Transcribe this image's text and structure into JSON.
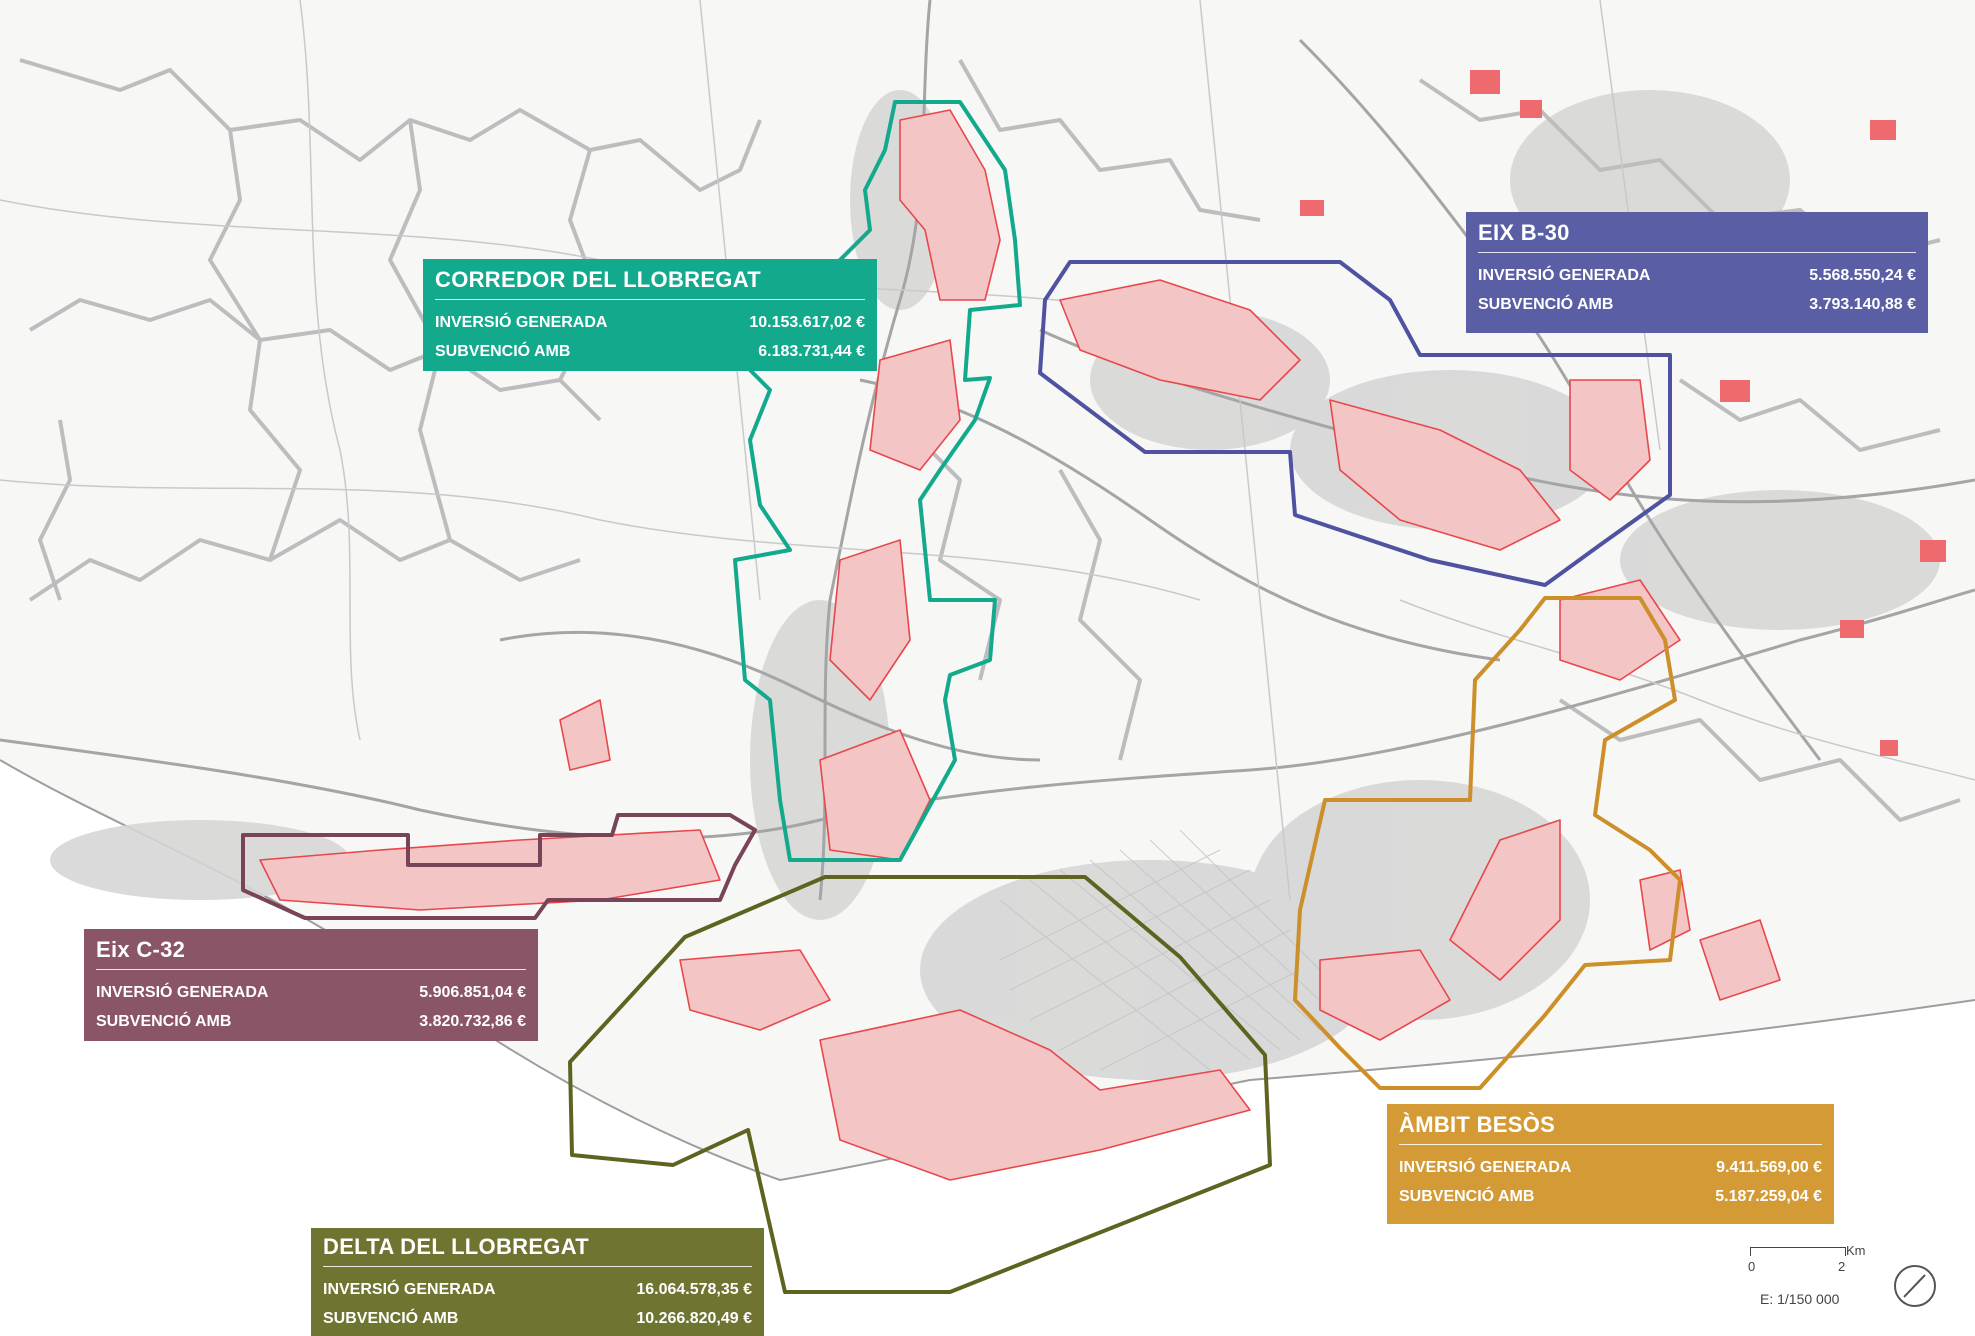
{
  "map": {
    "areas": [
      {
        "id": "corredor",
        "title": "CORREDOR DEL LLOBREGAT",
        "inversio_label": "INVERSIÓ GENERADA",
        "inversio": "10.153.617,02 €",
        "subvencio_label": "SUBVENCIÓ AMB",
        "subvencio": "6.183.731,44 €",
        "color": "#13a98c",
        "outline": "#13a98c"
      },
      {
        "id": "b30",
        "title": "EIX B-30",
        "inversio_label": "INVERSIÓ GENERADA",
        "inversio": "5.568.550,24 €",
        "subvencio_label": "SUBVENCIÓ AMB",
        "subvencio": "3.793.140,88 €",
        "color": "#5a5ea4",
        "outline": "#4e52a0"
      },
      {
        "id": "c32",
        "title": "Eix C-32",
        "inversio_label": "INVERSIÓ GENERADA",
        "inversio": "5.906.851,04 €",
        "subvencio_label": "SUBVENCIÓ AMB",
        "subvencio": "3.820.732,86 €",
        "color": "#8a5566",
        "outline": "#7a4458"
      },
      {
        "id": "besos",
        "title": "ÀMBIT BESÒS",
        "inversio_label": "INVERSIÓ GENERADA",
        "inversio": "9.411.569,00 €",
        "subvencio_label": "SUBVENCIÓ AMB",
        "subvencio": "5.187.259,04 €",
        "color": "#d49a35",
        "outline": "#cc8f2a"
      },
      {
        "id": "delta",
        "title": "DELTA DEL LLOBREGAT",
        "inversio_label": "INVERSIÓ GENERADA",
        "inversio": "16.064.578,35 €",
        "subvencio_label": "SUBVENCIÓ AMB",
        "subvencio": "10.266.820,49 €",
        "color": "#6f7431",
        "outline": "#5e6420"
      }
    ],
    "scale": {
      "unit": "Km",
      "tick_start": "0",
      "tick_end": "2",
      "label": "E: 1/150 000"
    },
    "icons": {
      "north": "north-arrow-icon"
    },
    "colors": {
      "background": "#f7f7f6",
      "base_map": "#b9b9b9",
      "highlight": "#e8474c"
    }
  }
}
